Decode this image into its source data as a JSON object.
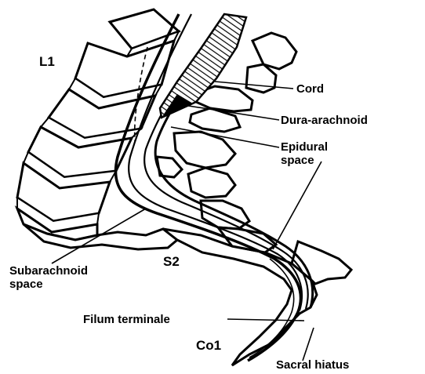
{
  "labels": {
    "l1": "L1",
    "cord": "Cord",
    "dura": "Dura-arachnoid",
    "epidural_1": "Epidural",
    "epidural_2": "space",
    "subarachnoid_1": "Subarachnoid",
    "subarachnoid_2": "space",
    "s2": "S2",
    "filum": "Filum terminale",
    "co1": "Co1",
    "sacral_hiatus": "Sacral hiatus"
  }
}
